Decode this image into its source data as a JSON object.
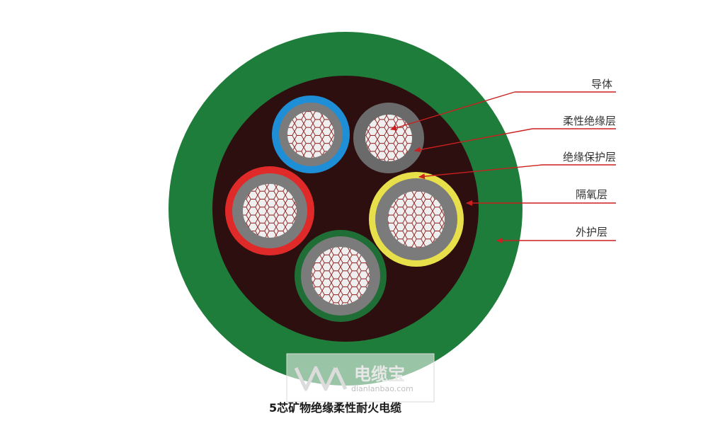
{
  "labels": {
    "conductor": "导体",
    "flexible_insulation": "柔性绝缘层",
    "insulation_protection": "绝缘保护层",
    "oxygen_barrier": "隔氧层",
    "outer_sheath": "外护层"
  },
  "caption": "5芯矿物绝缘柔性耐火电缆",
  "watermark": {
    "brand_cn": "电缆宝",
    "url": "dianlanbao.com"
  },
  "colors": {
    "outer_sheath": "#1f7d3b",
    "filler": "#2e0f0f",
    "insulation_grey": "#7b7b7b",
    "conductor_fill": "#efefef",
    "conductor_mesh": "#8b1a1a",
    "arrow": "#cc1f1f",
    "core_rings": [
      "#1e8fd6",
      "#6a6a6a",
      "#e02a2a",
      "#e8e04a",
      "#1f6e35"
    ]
  }
}
